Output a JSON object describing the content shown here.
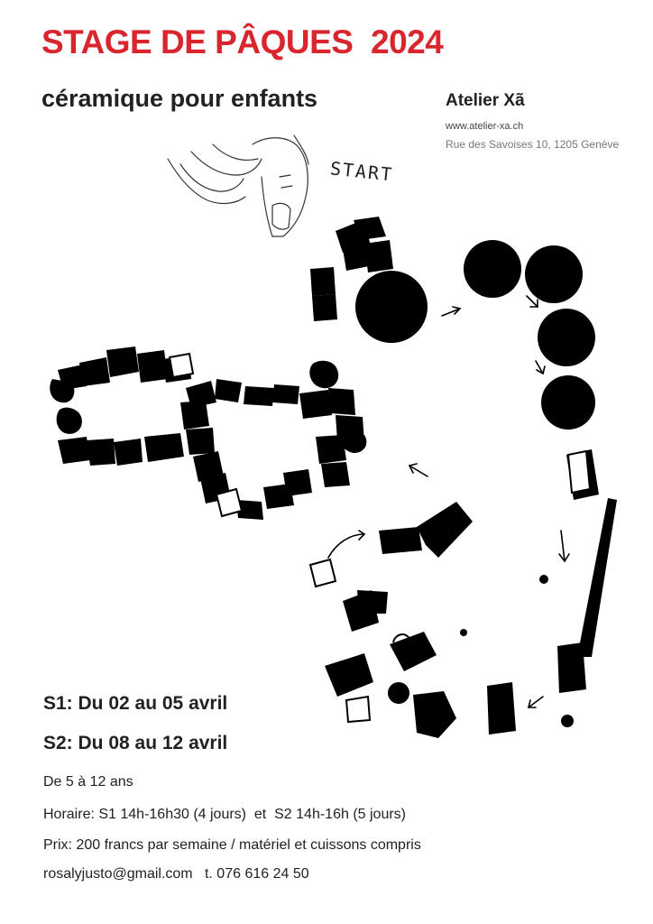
{
  "header": {
    "title": "STAGE DE PÂQUES  2024",
    "subtitle": "céramique pour enfants"
  },
  "studio": {
    "name": "Atelier Xã",
    "website": "www.atelier-xa.ch",
    "address": "Rue des Savoises 10, 1205 Genève"
  },
  "illustration": {
    "start_label": "START"
  },
  "sessions": [
    "S1: Du 02 au 05 avril",
    "S2: Du 08 au 12 avril"
  ],
  "details": {
    "ages": "De 5 à 12 ans",
    "schedule": "Horaire: S1 14h-16h30 (4 jours)  et  S2 14h-16h (5 jours)",
    "price": "Prix: 200 francs par semaine / matériel et cuissons compris"
  },
  "contact": {
    "email": "rosalyjusto@gmail.com",
    "phone": "t. 076 616 24 50"
  },
  "colors": {
    "accent": "#d9262e",
    "text": "#222222",
    "ink": "#000000"
  }
}
